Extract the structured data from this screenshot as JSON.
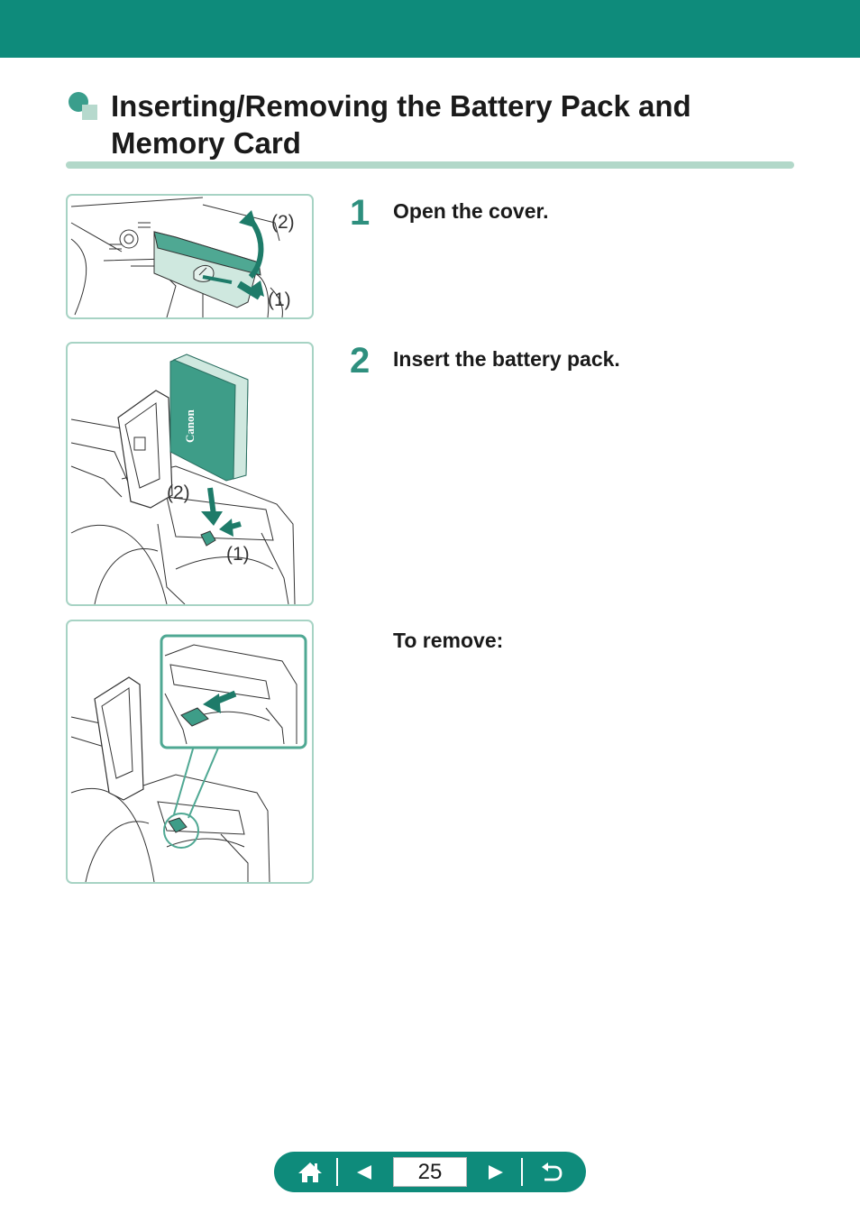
{
  "header": {
    "title": "Inserting/Removing the Battery Pack and Memory Card"
  },
  "steps": [
    {
      "number": "1",
      "text": "Open the cover."
    },
    {
      "number": "2",
      "text": "Insert the battery pack."
    }
  ],
  "remove": {
    "text": "To remove:"
  },
  "figures": {
    "fig1": {
      "label_a": "(2)",
      "label_b": "(1)"
    },
    "fig2": {
      "label_a": "(2)",
      "label_b": "(1)",
      "brand": "Canon"
    }
  },
  "nav": {
    "page": "25",
    "home_icon": "home-icon",
    "prev_icon": "triangle-left-icon",
    "next_icon": "triangle-right-icon",
    "return_icon": "return-arrow-icon"
  },
  "colors": {
    "accent": "#0e8b7b",
    "rule": "#b2d8c9",
    "illustration": "#4fa893"
  }
}
